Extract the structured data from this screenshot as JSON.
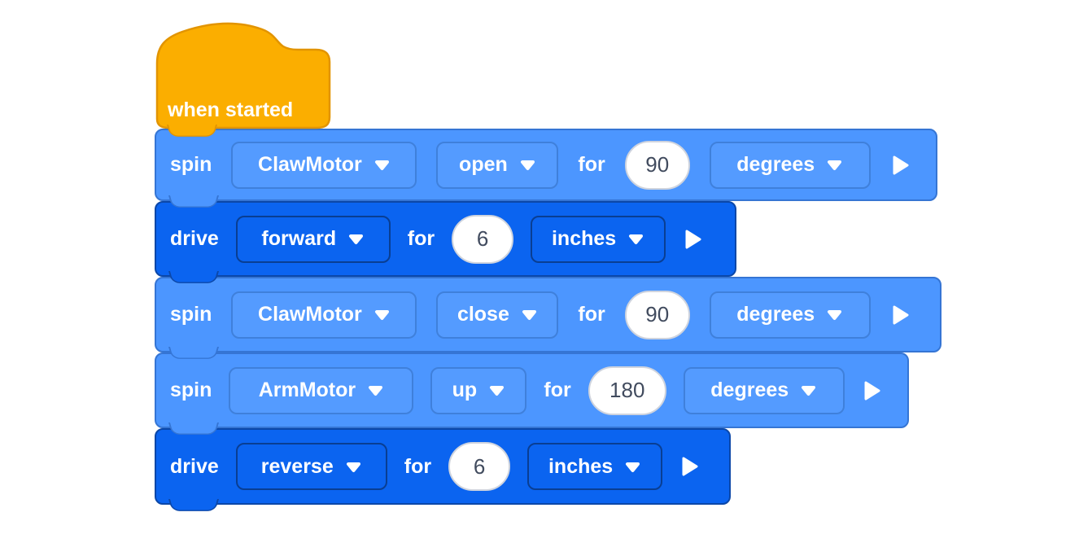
{
  "colors": {
    "event_block": "#FBAE00",
    "spin_block": "#4C96FF",
    "drive_block": "#0B64F0",
    "input_text": "#414b5e"
  },
  "hat": {
    "label": "when started"
  },
  "blocks": [
    {
      "type": "spin",
      "label": "spin",
      "motor": "ClawMotor",
      "direction": "open",
      "for_label": "for",
      "value": "90",
      "unit": "degrees"
    },
    {
      "type": "drive",
      "label": "drive",
      "direction": "forward",
      "for_label": "for",
      "value": "6",
      "unit": "inches"
    },
    {
      "type": "spin",
      "label": "spin",
      "motor": "ClawMotor",
      "direction": "close",
      "for_label": "for",
      "value": "90",
      "unit": "degrees"
    },
    {
      "type": "spin",
      "label": "spin",
      "motor": "ArmMotor",
      "direction": "up",
      "for_label": "for",
      "value": "180",
      "unit": "degrees"
    },
    {
      "type": "drive",
      "label": "drive",
      "direction": "reverse",
      "for_label": "for",
      "value": "6",
      "unit": "inches"
    }
  ]
}
